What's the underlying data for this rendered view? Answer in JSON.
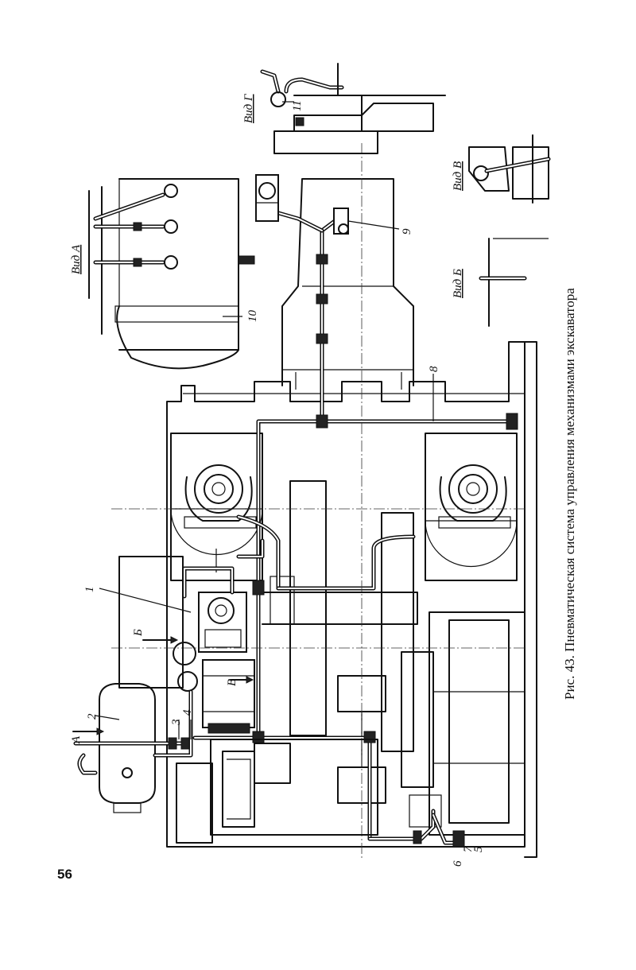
{
  "figure": {
    "caption": "Рис. 43. Пневматическая система управления механизмами экскаватора",
    "page_number": "56"
  },
  "labels": {
    "n1": "1",
    "n2": "2",
    "n3": "3",
    "n4": "4",
    "n5": "5",
    "n6": "6",
    "n7": "7",
    "n8": "8",
    "n9": "9",
    "n10": "10",
    "n11": "11",
    "arrow_a": "А",
    "arrow_b": "Б",
    "arrow_v": "В"
  },
  "views": {
    "view_a": "Вид А",
    "view_b": "Вид Б",
    "view_v": "Вид В",
    "view_g": "Вид Г"
  }
}
